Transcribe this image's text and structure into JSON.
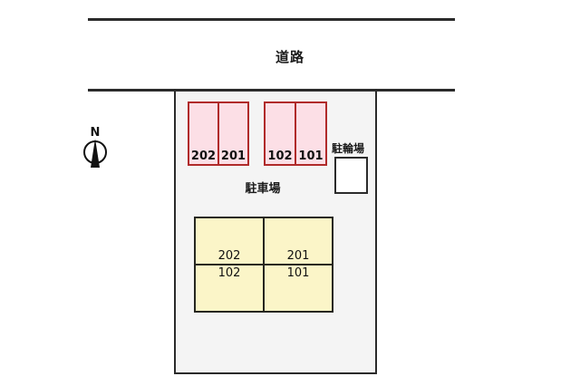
{
  "map": {
    "road": {
      "label": "道路"
    },
    "compass": {
      "north_label": "N",
      "icon": "compass-north-needle"
    },
    "parking_area": {
      "label": "駐車場",
      "groups": [
        {
          "name": "parking-group-left",
          "stalls": [
            {
              "label": "202"
            },
            {
              "label": "201"
            }
          ]
        },
        {
          "name": "parking-group-right",
          "stalls": [
            {
              "label": "102"
            },
            {
              "label": "101"
            }
          ]
        }
      ]
    },
    "bicycle_parking": {
      "label": "駐輪場"
    },
    "building": {
      "rows": [
        {
          "name": "building-row-upper",
          "units": [
            {
              "label": "202"
            },
            {
              "label": "201"
            }
          ]
        },
        {
          "name": "building-row-lower",
          "units": [
            {
              "label": "102"
            },
            {
              "label": "101"
            }
          ]
        }
      ]
    },
    "colors": {
      "background": "#ffffff",
      "property_fill": "#f4f4f4",
      "property_border": "#2b2b2b",
      "road_line": "#2b2b2b",
      "stall_fill": "#fcdfe6",
      "stall_border": "#b02a2a",
      "building_fill": "#fbf5c8",
      "building_border": "#262620",
      "text": "#111111"
    }
  }
}
